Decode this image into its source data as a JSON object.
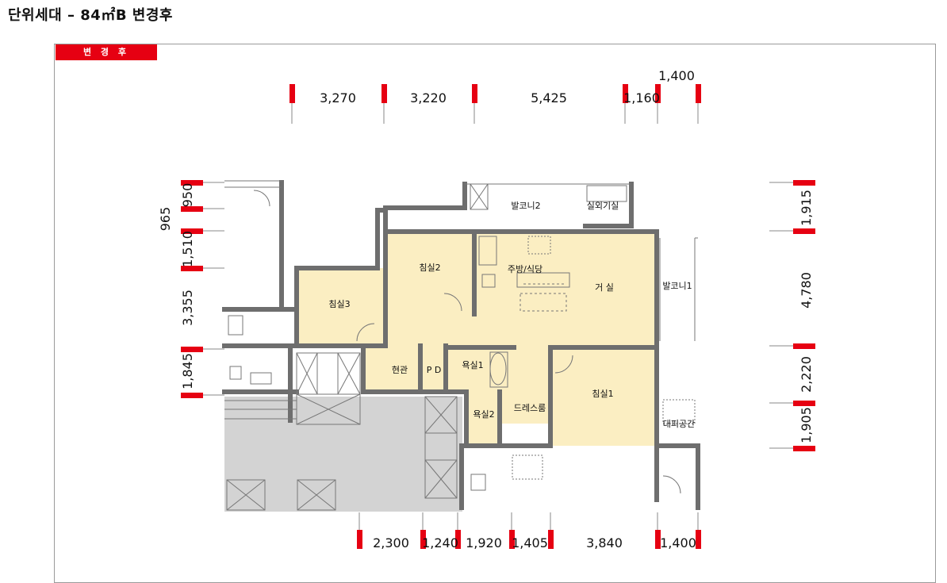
{
  "title": "단위세대 – 84㎡B 변경후",
  "tag": "변 경 후",
  "dims_top": [
    "3,270",
    "3,220",
    "5,425",
    "1,160",
    "1,400"
  ],
  "dims_bottom": [
    "2,300",
    "1,240",
    "1,920",
    "1,405",
    "3,840",
    "1,400"
  ],
  "dims_left": [
    "950",
    "965",
    "1,510",
    "3,355",
    "1,845"
  ],
  "dims_right": [
    "1,915",
    "4,780",
    "2,220",
    "1,905"
  ],
  "rooms": {
    "balcony2": "발코니2",
    "outdoor_unit": "실외기실",
    "bedroom2": "침실2",
    "kitchen": "주방/식당",
    "living": "거 실",
    "balcony1": "발코니1",
    "bedroom3": "침실3",
    "entrance": "현관",
    "pd": "P D",
    "bath1": "욕실1",
    "bath2": "욕실2",
    "dressroom": "드레스룸",
    "bedroom1": "침실1",
    "refuge": "대피공간"
  },
  "colors": {
    "tag_red": "#e60012",
    "room_fill": "#fbeec2",
    "wall": "#6e6e6e",
    "common_area": "#d3d3d3"
  }
}
